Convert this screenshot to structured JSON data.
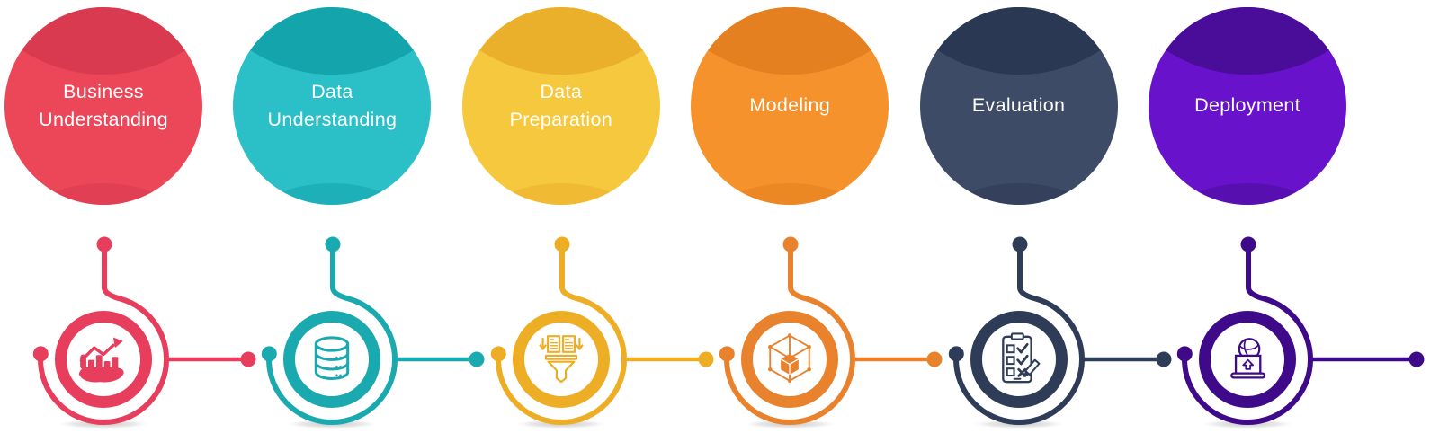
{
  "figure": {
    "type": "process-infographic",
    "background": "#ffffff",
    "stage_count": 6
  },
  "stages": [
    {
      "label": "Business Understanding",
      "icon": "hand-growth-chart-icon",
      "colors": {
        "base": "#EC4759",
        "shade": "#D93A50",
        "accent": "#E63E5C"
      }
    },
    {
      "label": "Data Understanding",
      "icon": "database-icon",
      "colors": {
        "base": "#2BBFC7",
        "shade": "#14A4AB",
        "accent": "#1AA9AF"
      }
    },
    {
      "label": "Data Preparation",
      "icon": "documents-funnel-icon",
      "colors": {
        "base": "#F6C83D",
        "shade": "#EBB02B",
        "accent": "#EDAE26"
      }
    },
    {
      "label": "Modeling",
      "icon": "wireframe-cube-icon",
      "colors": {
        "base": "#F5922B",
        "shade": "#E4801F",
        "accent": "#E9822C"
      }
    },
    {
      "label": "Evaluation",
      "icon": "checklist-pencil-icon",
      "colors": {
        "base": "#3E4B66",
        "shade": "#2B3853",
        "accent": "#2E3C57"
      }
    },
    {
      "label": "Deployment",
      "icon": "laptop-globe-upload-icon",
      "colors": {
        "base": "#6912CB",
        "shade": "#490D9A",
        "accent": "#3E0A89"
      }
    }
  ]
}
